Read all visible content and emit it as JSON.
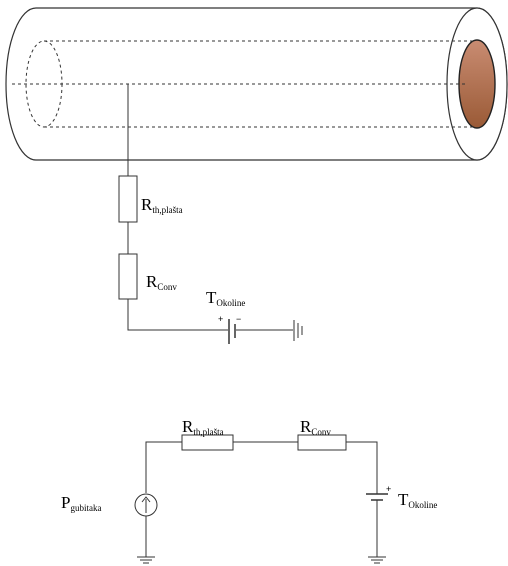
{
  "cable_diagram": {
    "resistor_1": {
      "symbol": "R",
      "subscript": "th,plašta"
    },
    "resistor_2": {
      "symbol": "R",
      "subscript": "Conv"
    },
    "ambient_temperature": {
      "symbol": "T",
      "subscript": "Okoline"
    },
    "battery_plus": "+",
    "battery_minus": "−"
  },
  "thermal_circuit": {
    "source": {
      "symbol": "P",
      "subscript": "gubitaka"
    },
    "resistor_1": {
      "symbol": "R",
      "subscript": "th,plašta"
    },
    "resistor_2": {
      "symbol": "R",
      "subscript": "Conv"
    },
    "ambient_temperature": {
      "symbol": "T",
      "subscript": "Okoline"
    },
    "battery_plus": "+"
  },
  "colors": {
    "line": "#333333",
    "conductor_light": "#c98c72",
    "conductor_dark": "#9a5a36"
  }
}
